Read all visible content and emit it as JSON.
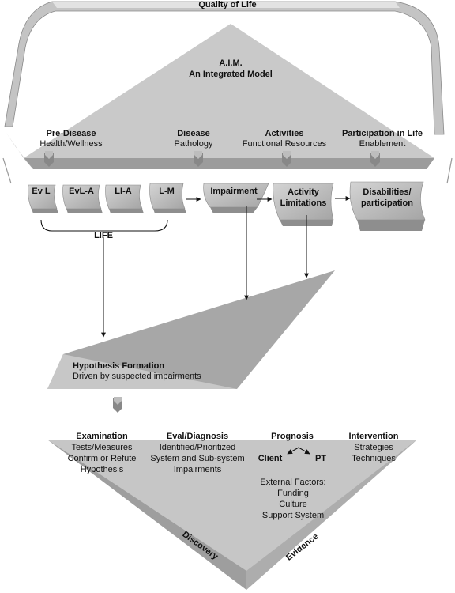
{
  "quality_of_life": "Quality of Life",
  "aim": {
    "title": "A.I.M.",
    "subtitle": "An Integrated Model"
  },
  "stages": [
    {
      "title": "Pre-Disease",
      "subtitle": "Health/Wellness"
    },
    {
      "title": "Disease",
      "subtitle": "Pathology"
    },
    {
      "title": "Activities",
      "subtitle": "Functional Resources"
    },
    {
      "title": "Participation in Life",
      "subtitle": "Enablement"
    }
  ],
  "blocks": {
    "ev_l": "Ev L",
    "evl_a": "EvL-A",
    "li_a": "LI-A",
    "l_m": "L-M",
    "impairment": "Impairment",
    "activity_limitations": [
      "Activity",
      "Limitations"
    ],
    "disabilities": [
      "Disabilities/",
      "participation"
    ]
  },
  "life_label": "LIFE",
  "hypothesis": {
    "title": "Hypothesis Formation",
    "subtitle": "Driven by suspected impairments"
  },
  "process": {
    "examination": {
      "title": "Examination",
      "lines": [
        "Tests/Measures",
        "Confirm or Refute",
        "Hypothesis"
      ]
    },
    "eval_diagnosis": {
      "title": "Eval/Diagnosis",
      "lines": [
        "Identified/Prioritized",
        "System and Sub-system",
        "Impairments"
      ]
    },
    "prognosis": {
      "title": "Prognosis",
      "client": "Client",
      "pt": "PT",
      "external_factors": [
        "External Factors:",
        "Funding",
        "Culture",
        "Support System"
      ]
    },
    "intervention": {
      "title": "Intervention",
      "lines": [
        "Strategies",
        "Techniques"
      ]
    }
  },
  "discovery_label": "Discovery",
  "evidence_label": "Evidence",
  "colors": {
    "gray_light": "#c9c9c9",
    "gray_mid": "#a9a9a9",
    "gray_dark": "#7d7d7d",
    "chevron": "#888888"
  }
}
